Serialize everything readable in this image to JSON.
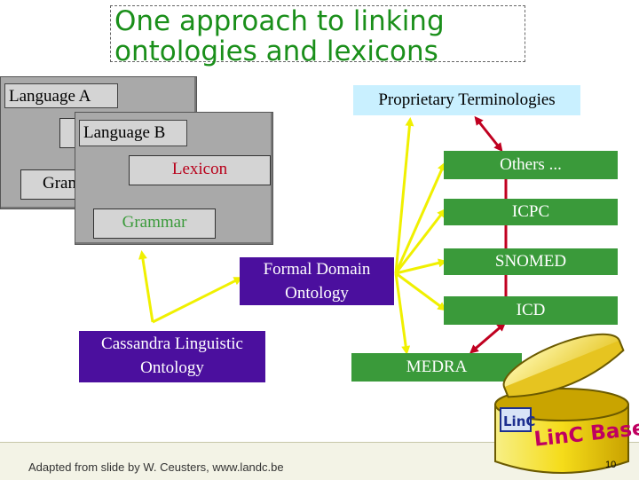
{
  "title": "One approach to linking ontologies and lexicons",
  "title_lines": [
    "One approach to linking",
    "ontologies and lexicons"
  ],
  "language_a": {
    "label": "Language A",
    "grammar_partial": "Gram"
  },
  "language_b": {
    "label": "Language B",
    "lexicon": "Lexicon",
    "grammar": "Grammar"
  },
  "proprietary": "Proprietary Terminologies",
  "terminologies": [
    "Others ...",
    "ICPC",
    "SNOMED",
    "ICD"
  ],
  "medra": "MEDRA",
  "formal_ontology": [
    "Formal Domain",
    "Ontology"
  ],
  "cassandra": [
    "Cassandra Linguistic",
    "Ontology"
  ],
  "linc_base": {
    "logo_text": "LinC",
    "label": "LinC Base"
  },
  "footer_credit": "Adapted from slide by W. Ceusters, www.landc.be",
  "page_number": "10",
  "colors": {
    "title": "#1a8f1a",
    "green_box": "#3a9a3a",
    "purple_box": "#4b0f9e",
    "lexicon_text": "#b8001a",
    "grammar_text": "#3a9a3a",
    "arrow_yellow": "#f0f000",
    "arrow_red": "#c00020",
    "proprietary_bg": "#c9f0ff"
  }
}
